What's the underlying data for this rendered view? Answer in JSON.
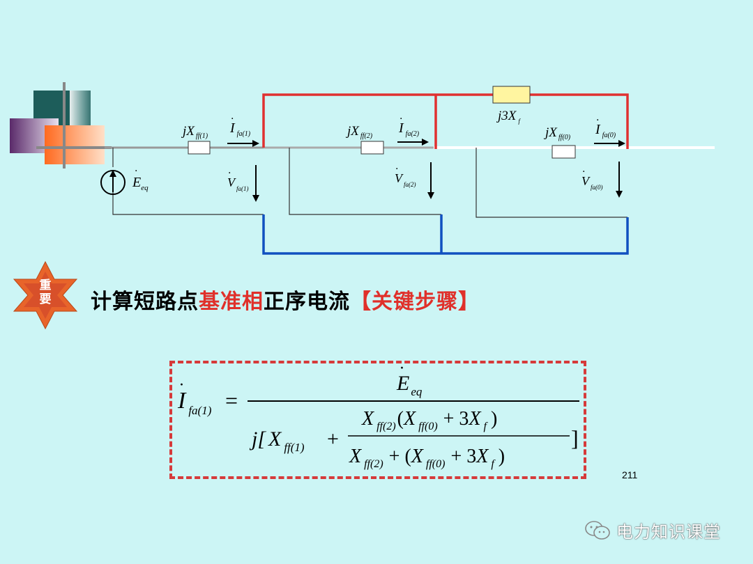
{
  "circuit": {
    "source_label": {
      "base": "E",
      "sub": "eq"
    },
    "seq1": {
      "x": {
        "base": "jX",
        "sub": "ff(1)"
      },
      "i": {
        "base": "I",
        "sub": "fa(1)"
      },
      "v": {
        "base": "V",
        "sub": "fa(1)"
      }
    },
    "seq2": {
      "x": {
        "base": "jX",
        "sub": "ff(2)"
      },
      "i": {
        "base": "I",
        "sub": "fa(2)"
      },
      "v": {
        "base": "V",
        "sub": "fa(2)"
      }
    },
    "seq0": {
      "x": {
        "base": "jX",
        "sub": "ff(0)"
      },
      "i": {
        "base": "I",
        "sub": "fa(0)"
      },
      "v": {
        "base": "V",
        "sub": "fa(0)"
      }
    },
    "fault_impedance": {
      "base": "j3X",
      "sub": "f"
    }
  },
  "badge": {
    "line1": "重",
    "line2": "要"
  },
  "heading": {
    "part1": "计算短路点",
    "part2": "基准相",
    "part3": "正序电流",
    "part4": "【关键步骤】"
  },
  "formula": {
    "lhs_base": "I",
    "lhs_sub": "fa(1)",
    "equals": "=",
    "numerator_base": "E",
    "numerator_sub": "eq",
    "den_prefix": "j[",
    "den_x1_base": "X",
    "den_x1_sub": "ff(1)",
    "plus": "+",
    "inner_num": {
      "x2_base": "X",
      "x2_sub": "ff(2)",
      "open": "(",
      "x0_base": "X",
      "x0_sub": "ff(0)",
      "plus3": "+ 3",
      "xf_base": "X",
      "xf_sub": "f",
      "close": ")"
    },
    "inner_den": {
      "x2_base": "X",
      "x2_sub": "ff(2)",
      "plus_open": "+ (",
      "x0_base": "X",
      "x0_sub": "ff(0)",
      "plus3": "+ 3",
      "xf_base": "X",
      "xf_sub": "f",
      "close": ")"
    },
    "den_suffix": "]"
  },
  "page_number": "211",
  "watermark": {
    "text": "电力知识课堂",
    "icon": "wechat-icon"
  },
  "colors": {
    "background": "#ccf5f5",
    "red_wire": "#e03030",
    "blue_wire": "#1050c0",
    "accent_red": "#e0302a",
    "badge": "#e8642a"
  }
}
